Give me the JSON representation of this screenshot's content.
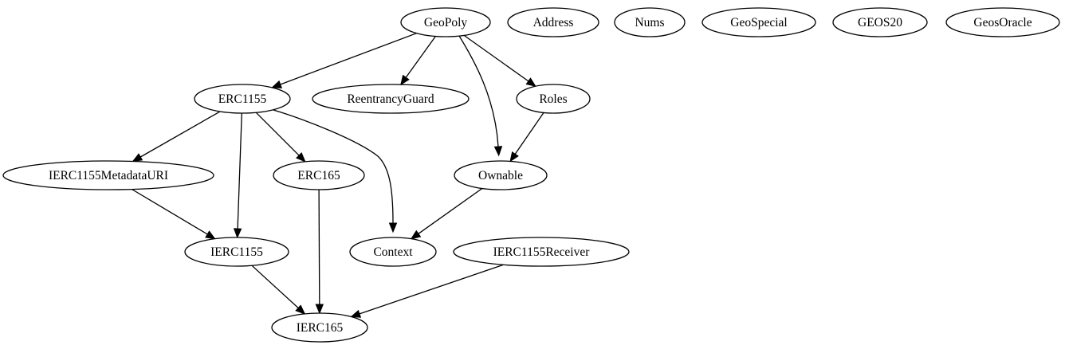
{
  "nodes": [
    {
      "id": "GeoPoly",
      "label": "GeoPoly"
    },
    {
      "id": "Address",
      "label": "Address"
    },
    {
      "id": "Nums",
      "label": "Nums"
    },
    {
      "id": "GeoSpecial",
      "label": "GeoSpecial"
    },
    {
      "id": "GEOS20",
      "label": "GEOS20"
    },
    {
      "id": "GeosOracle",
      "label": "GeosOracle"
    },
    {
      "id": "ERC1155",
      "label": "ERC1155"
    },
    {
      "id": "ReentrancyGuard",
      "label": "ReentrancyGuard"
    },
    {
      "id": "Roles",
      "label": "Roles"
    },
    {
      "id": "IERC1155MetadataURI",
      "label": "IERC1155MetadataURI"
    },
    {
      "id": "ERC165",
      "label": "ERC165"
    },
    {
      "id": "Ownable",
      "label": "Ownable"
    },
    {
      "id": "IERC1155",
      "label": "IERC1155"
    },
    {
      "id": "Context",
      "label": "Context"
    },
    {
      "id": "IERC1155Receiver",
      "label": "IERC1155Receiver"
    },
    {
      "id": "IERC165",
      "label": "IERC165"
    }
  ],
  "edges": [
    {
      "from": "GeoPoly",
      "to": "ERC1155"
    },
    {
      "from": "GeoPoly",
      "to": "ReentrancyGuard"
    },
    {
      "from": "GeoPoly",
      "to": "Ownable"
    },
    {
      "from": "GeoPoly",
      "to": "Roles"
    },
    {
      "from": "ERC1155",
      "to": "IERC1155MetadataURI"
    },
    {
      "from": "ERC1155",
      "to": "IERC1155"
    },
    {
      "from": "ERC1155",
      "to": "ERC165"
    },
    {
      "from": "ERC1155",
      "to": "Context"
    },
    {
      "from": "Roles",
      "to": "Ownable"
    },
    {
      "from": "Ownable",
      "to": "Context"
    },
    {
      "from": "IERC1155MetadataURI",
      "to": "IERC1155"
    },
    {
      "from": "IERC1155",
      "to": "IERC165"
    },
    {
      "from": "ERC165",
      "to": "IERC165"
    },
    {
      "from": "IERC1155Receiver",
      "to": "IERC165"
    }
  ]
}
